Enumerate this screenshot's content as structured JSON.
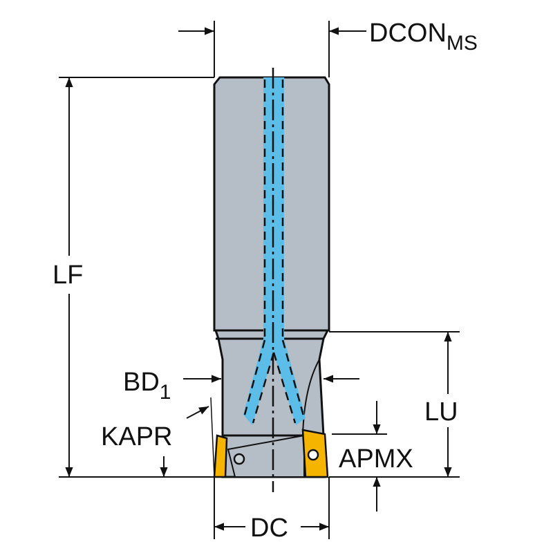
{
  "labels": {
    "dcon": "DCON",
    "dcon_sub": "MS",
    "lf": "LF",
    "lu": "LU",
    "bd": "BD",
    "bd_sub": "1",
    "kapr": "KAPR",
    "apmx": "APMX",
    "dc": "DC"
  },
  "colors": {
    "body": "#b5bec6",
    "coolant": "#5cbde9",
    "insert": "#f4b400",
    "line": "#111111"
  }
}
